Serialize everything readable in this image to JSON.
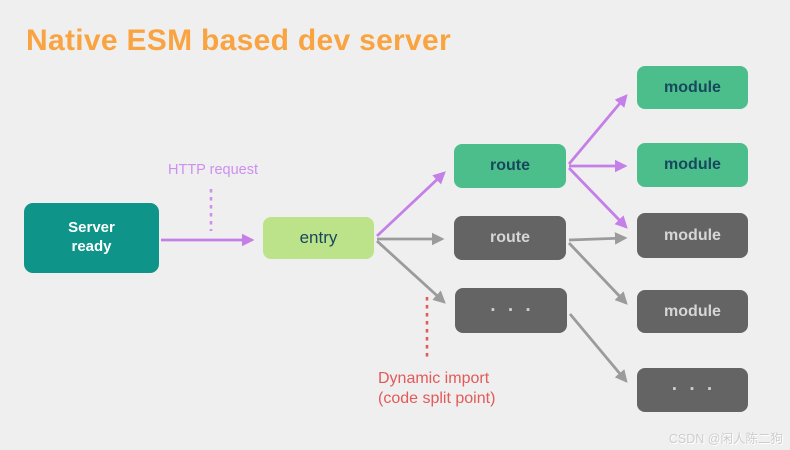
{
  "title": "Native ESM based dev server",
  "watermark": "CSDN @闲人陈二狗",
  "annotations": {
    "http_request": "HTTP request",
    "dynamic_import": "Dynamic import\n(code split point)"
  },
  "nodes": {
    "server_ready": {
      "label": "Server ready"
    },
    "entry": {
      "label": "entry"
    },
    "route_top": {
      "label": "route"
    },
    "route_mid": {
      "label": "route"
    },
    "more_routes": {
      "label": "· · ·"
    },
    "module_1": {
      "label": "module"
    },
    "module_2": {
      "label": "module"
    },
    "module_3": {
      "label": "module"
    },
    "module_4": {
      "label": "module"
    },
    "more_modules": {
      "label": "· · ·"
    }
  },
  "colors": {
    "background": "#efefef",
    "title_orange": "#f9a440",
    "teal": "#0e9488",
    "entry_green": "#bce28a",
    "node_green": "#4cbe8c",
    "node_gray": "#646464",
    "arrow_purple": "#c47fe8",
    "label_purple": "#cd8ff0",
    "arrow_gray": "#9b9b9b",
    "annotation_red": "#e25a5a",
    "dark_text": "#17485c",
    "light_text": "#d6d6d6"
  }
}
